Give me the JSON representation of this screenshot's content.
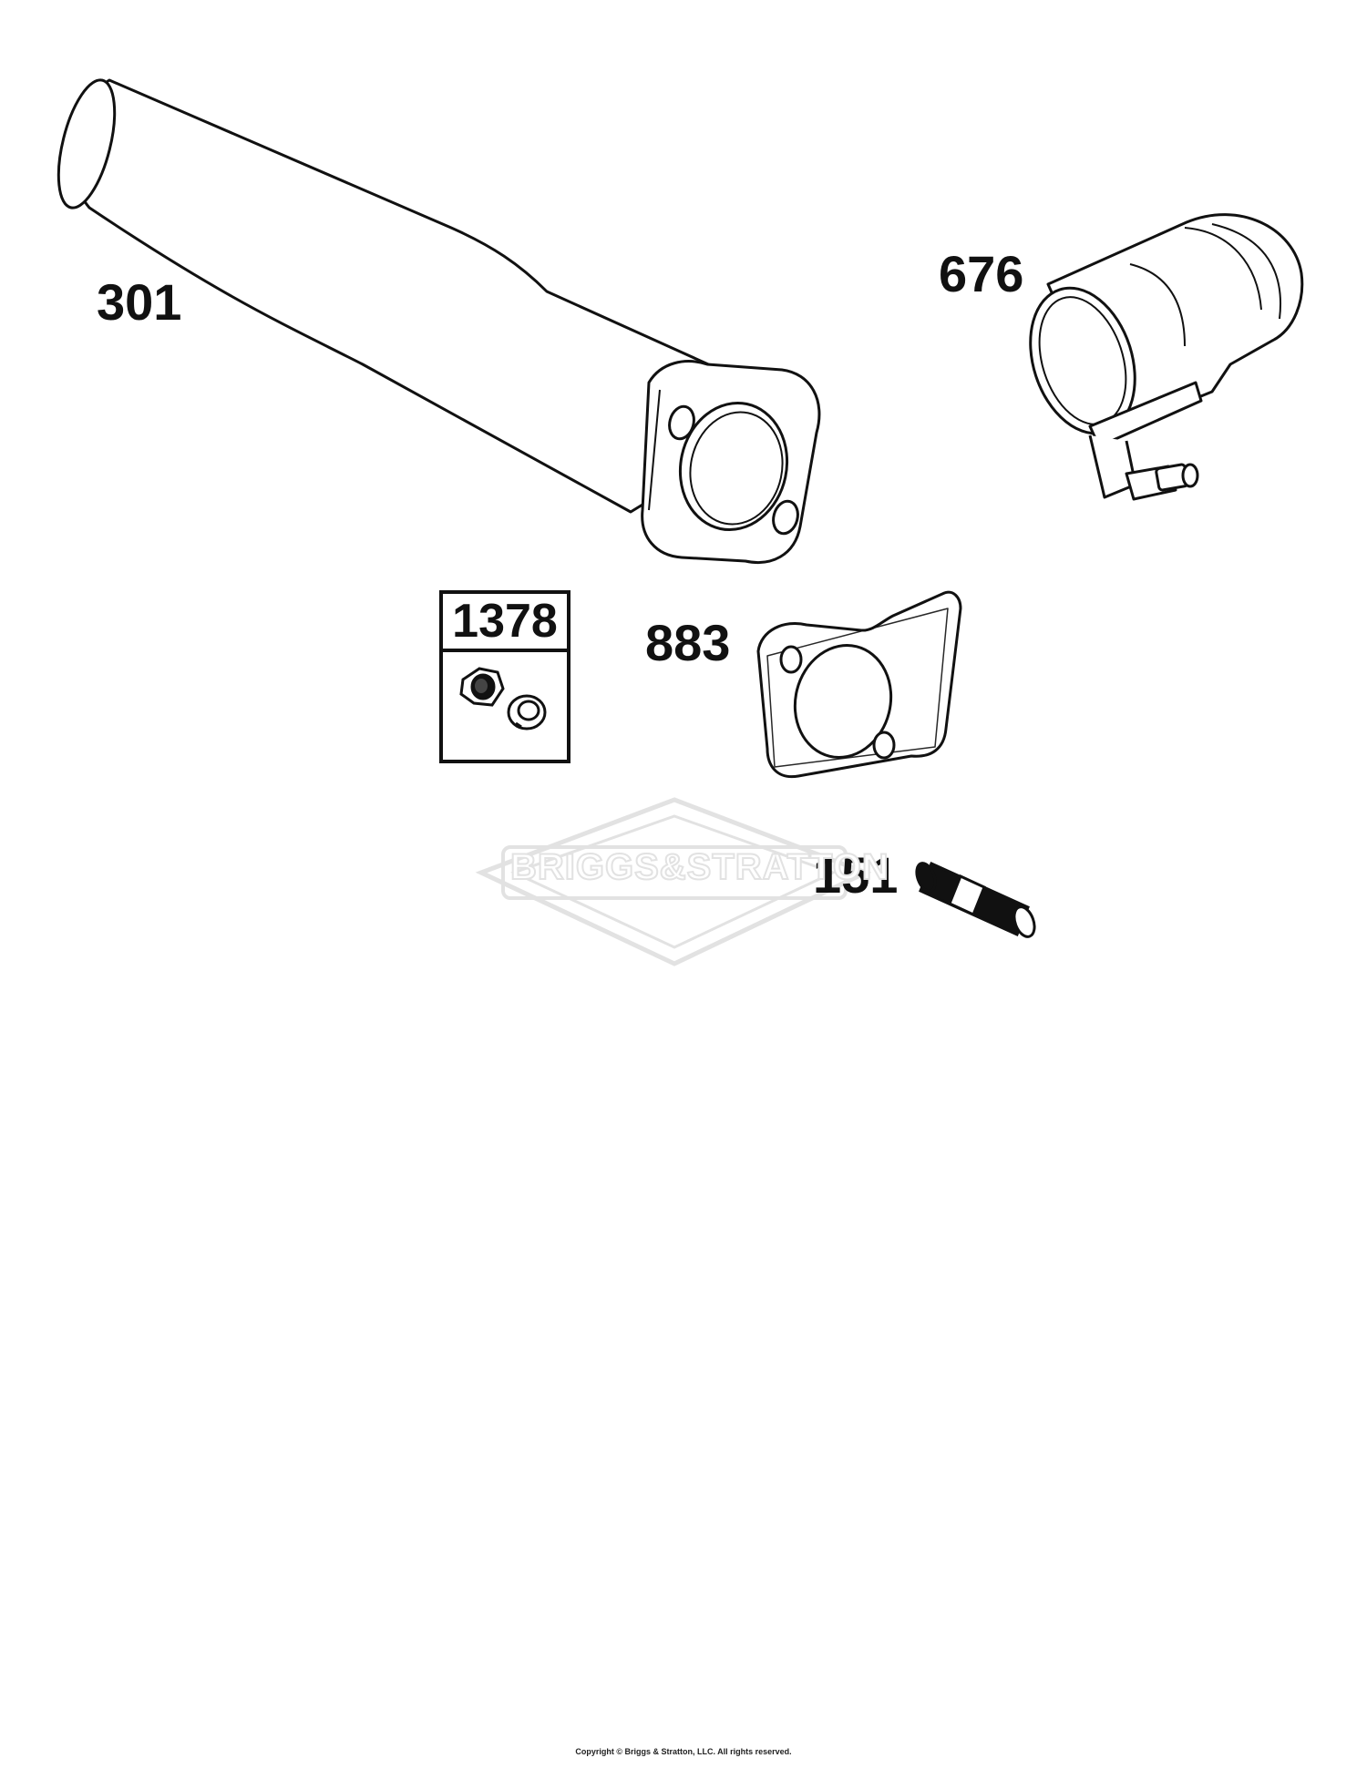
{
  "parts": {
    "p301": "301",
    "p676": "676",
    "p883": "883",
    "p151": "151",
    "kit1378": "1378"
  },
  "watermark": {
    "brand": "BRIGGS&STRATTON"
  },
  "footer": {
    "copyright": "Copyright © Briggs & Stratton, LLC. All rights reserved."
  },
  "colors": {
    "line": "#111111",
    "watermark": "#e2e2e2",
    "background": "#ffffff"
  }
}
